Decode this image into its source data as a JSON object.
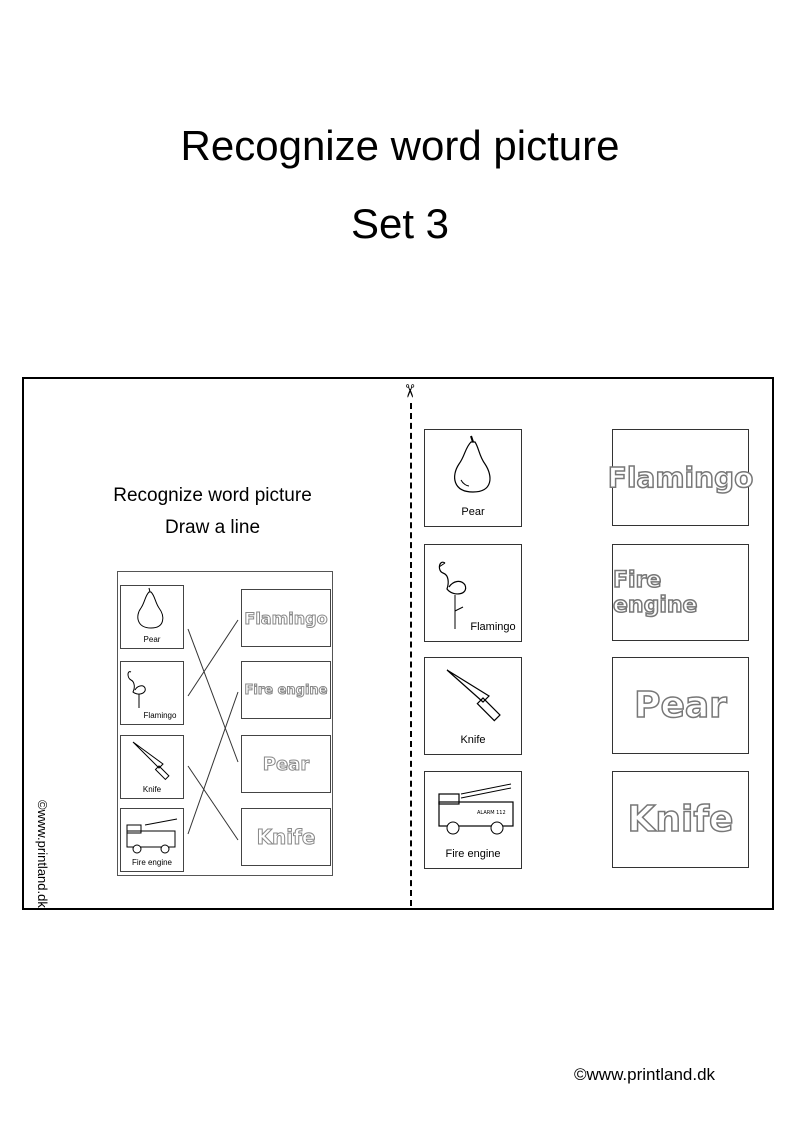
{
  "header": {
    "title": "Recognize word picture",
    "subtitle": "Set 3"
  },
  "preview": {
    "title": "Recognize word picture",
    "instruction": "Draw a line",
    "pictures": [
      {
        "label": "Pear",
        "icon": "pear-icon"
      },
      {
        "label": "Flamingo",
        "icon": "flamingo-icon"
      },
      {
        "label": "Knife",
        "icon": "knife-icon"
      },
      {
        "label": "Fire engine",
        "icon": "fire-engine-icon"
      }
    ],
    "words": [
      "Flamingo",
      "Fire engine",
      "Pear",
      "Knife"
    ],
    "copyright": "©www.printland.dk"
  },
  "cards": {
    "pictures": [
      {
        "label": "Pear",
        "icon": "pear-icon"
      },
      {
        "label": "Flamingo",
        "icon": "flamingo-icon"
      },
      {
        "label": "Knife",
        "icon": "knife-icon"
      },
      {
        "label": "Fire engine",
        "icon": "fire-engine-icon"
      }
    ],
    "words": [
      "Flamingo",
      "Fire engine",
      "Pear",
      "Knife"
    ],
    "truck_sign": "ALARM 112"
  },
  "footer": {
    "copyright": "©www.printland.dk"
  }
}
